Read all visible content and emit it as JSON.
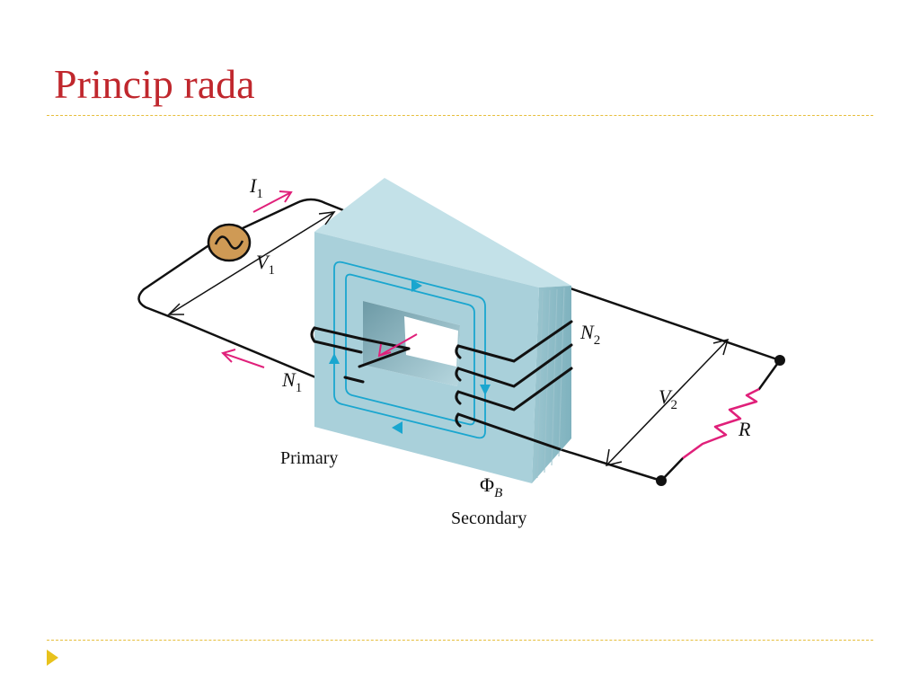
{
  "slide": {
    "title": "Princip rada"
  },
  "diagram": {
    "labels": {
      "current_symbol": "I",
      "current_subscript": "1",
      "primary_voltage_symbol": "V",
      "primary_voltage_subscript": "1",
      "primary_turns_symbol": "N",
      "primary_turns_subscript": "1",
      "secondary_turns_symbol": "N",
      "secondary_turns_subscript": "2",
      "secondary_voltage_symbol": "V",
      "secondary_voltage_subscript": "2",
      "resistor_symbol": "R",
      "flux_symbol": "Φ",
      "flux_subscript": "B",
      "primary_caption": "Primary",
      "secondary_caption": "Secondary"
    },
    "colors": {
      "core_front": "#a9d0da",
      "core_side": "#8dbcc7",
      "core_top": "#c3e1e8",
      "flux_lines": "#1aa6cf",
      "current_arrows": "#e0207a",
      "resistor": "#e0207a",
      "wire": "#111111",
      "source": "#cf9a55"
    }
  }
}
